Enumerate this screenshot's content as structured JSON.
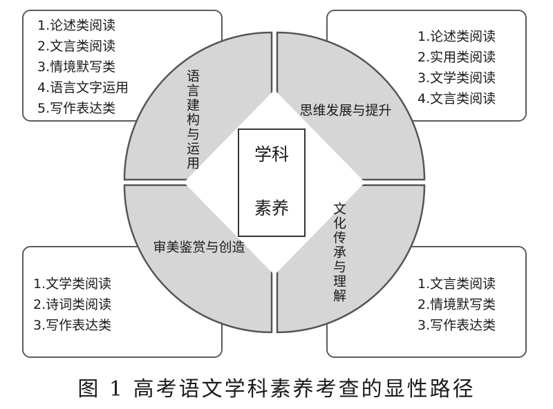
{
  "boxes": {
    "top_left": {
      "items": [
        "1.论述类阅读",
        "2.文言类阅读",
        "3.情境默写类",
        "4.语言文字运用",
        "5.写作表达类"
      ]
    },
    "top_right": {
      "items": [
        "1.论述类阅读",
        "2.实用类阅读",
        "3.文学类阅读",
        "4.文言类阅读"
      ]
    },
    "bottom_left": {
      "items": [
        "1.文学类阅读",
        "2.诗词类阅读",
        "3.写作表达类"
      ]
    },
    "bottom_right": {
      "items": [
        "1.文言类阅读",
        "2.情境默写类",
        "3.写作表达类"
      ]
    }
  },
  "quadrants": {
    "top_left": "语言建构与运用",
    "top_right": "思维发展与提升",
    "bottom_left": "审美鉴赏与创造",
    "bottom_right": "文化传承与理解"
  },
  "center": {
    "line1": "学科",
    "line2": "素养"
  },
  "caption": "图 1  高考语文学科素养考查的显性路径",
  "colors": {
    "sector": "#d6d6d6",
    "border": "#555555",
    "text": "#1a1a1a",
    "background": "#ffffff"
  }
}
